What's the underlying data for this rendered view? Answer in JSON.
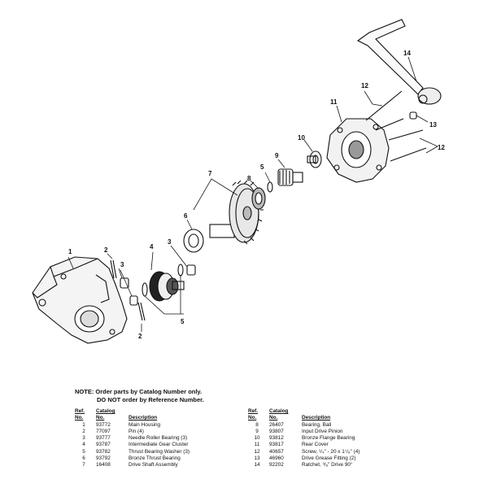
{
  "callouts": {
    "c1": "1",
    "c2a": "2",
    "c2b": "2",
    "c3a": "3",
    "c3b": "3",
    "c4": "4",
    "c5a": "5",
    "c5b": "5",
    "c6": "6",
    "c7": "7",
    "c8": "8",
    "c9": "9",
    "c10": "10",
    "c11": "11",
    "c12a": "12",
    "c12b": "12",
    "c13": "13",
    "c14": "14"
  },
  "note": {
    "line1": "NOTE: Order parts by Catalog Number only.",
    "line2": "DO NOT order by Reference Number."
  },
  "headers": {
    "ref1": "Ref.",
    "ref2": "No.",
    "cat1": "Catalog",
    "cat2": "No.",
    "desc": "Description"
  },
  "parts_left": [
    {
      "ref": "1",
      "catalog": "93772",
      "description": "Main Housing"
    },
    {
      "ref": "2",
      "catalog": "77097",
      "description": "Pin (4)"
    },
    {
      "ref": "3",
      "catalog": "93777",
      "description": "Needle Roller Bearing (3)"
    },
    {
      "ref": "4",
      "catalog": "93787",
      "description": "Intermediate Gear Cluster"
    },
    {
      "ref": "5",
      "catalog": "93782",
      "description": "Thrust Bearing Washer (3)"
    },
    {
      "ref": "6",
      "catalog": "93792",
      "description": "Bronze Thrust Bearing"
    },
    {
      "ref": "7",
      "catalog": "16408",
      "description": "Drive Shaft Assembly"
    }
  ],
  "parts_right": [
    {
      "ref": "8",
      "catalog": "26407",
      "description": "Bearing, Ball"
    },
    {
      "ref": "9",
      "catalog": "93807",
      "description": "Input Drive Pinion"
    },
    {
      "ref": "10",
      "catalog": "93812",
      "description": "Bronze Flange Bearing"
    },
    {
      "ref": "11",
      "catalog": "93817",
      "description": "Rear Cover"
    },
    {
      "ref": "12",
      "catalog": "40657",
      "description": "Screw, ¹/₄\" - 20 x 1⁷/₈\" (4)"
    },
    {
      "ref": "13",
      "catalog": "46960",
      "description": "Drive Grease Fitting (2)"
    },
    {
      "ref": "14",
      "catalog": "92202",
      "description": "Ratchet, ³/₈\" Drive 90°"
    }
  ]
}
